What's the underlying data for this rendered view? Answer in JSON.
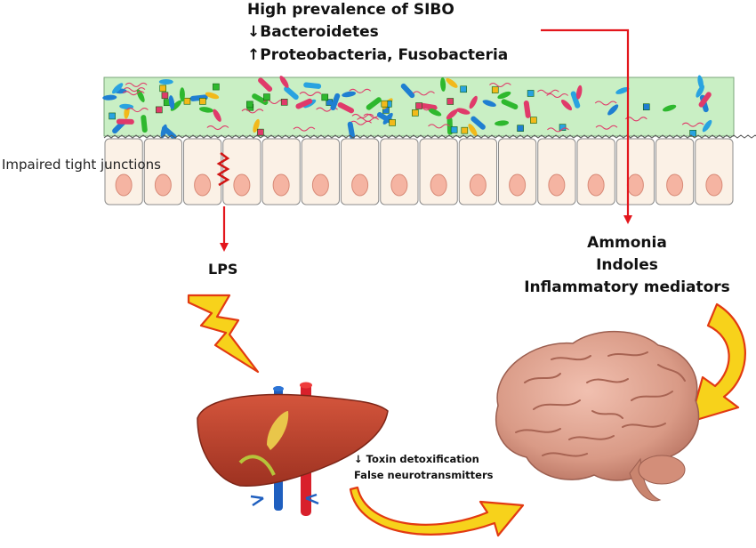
{
  "sibo": {
    "line1": "High prevalence of SIBO",
    "line2": "↓Bacteroidetes",
    "line3": "↑Proteobacteria, Fusobacteria"
  },
  "tight_junctions": "Impaired tight junctions",
  "lps": "LPS",
  "metabolites": [
    "Ammonia",
    "Indoles",
    "Inflammatory mediators"
  ],
  "liver_effects": {
    "line1": "↓ Toxin detoxification",
    "line2": "False neurotransmitters"
  },
  "colors": {
    "arrow_red": "#e3161c",
    "lightning_yellow": "#f7d21b",
    "lumen_green": "#c9efc4",
    "cell_fill": "#fbf1e6",
    "nucleus": "#f5b4a2",
    "liver": "#b8412c",
    "brain": "#d99a86"
  },
  "icons": [
    "liver-icon",
    "brain-icon",
    "lightning-bolt-icon",
    "curved-arrow-icon"
  ]
}
